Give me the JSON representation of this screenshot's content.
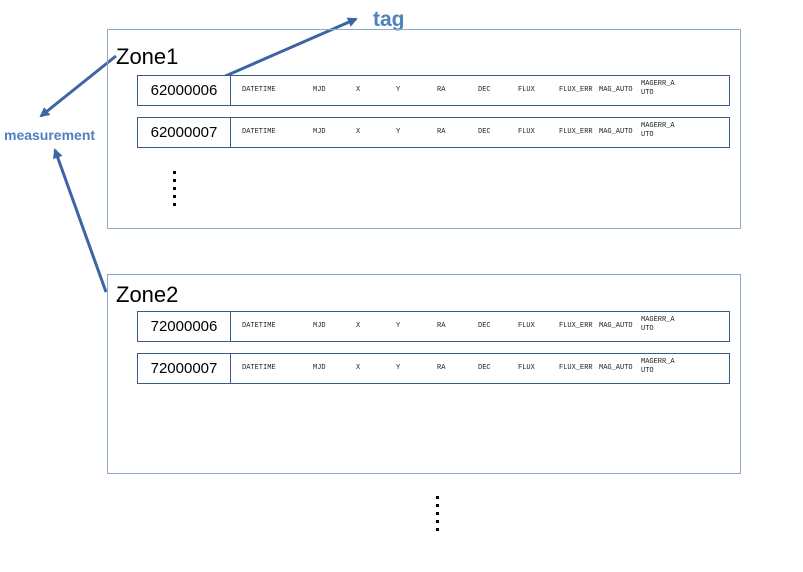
{
  "labels": {
    "tag": "tag",
    "measurement": "measurement"
  },
  "fields": [
    "DATETIME",
    "MJD",
    "X",
    "Y",
    "RA",
    "DEC",
    "FLUX",
    "FLUX_ERR",
    "MAG_AUTO",
    "MAGERR_AUTO"
  ],
  "zones": [
    {
      "title": "Zone1",
      "rows": [
        {
          "tag": "62000006"
        },
        {
          "tag": "62000007"
        }
      ]
    },
    {
      "title": "Zone2",
      "rows": [
        {
          "tag": "72000006"
        },
        {
          "tag": "72000007"
        }
      ]
    }
  ],
  "colors": {
    "arrow": "#3d64a3",
    "label": "#4f81bd",
    "zone_border": "#8fa9c8",
    "row_border": "#3d5a84"
  }
}
